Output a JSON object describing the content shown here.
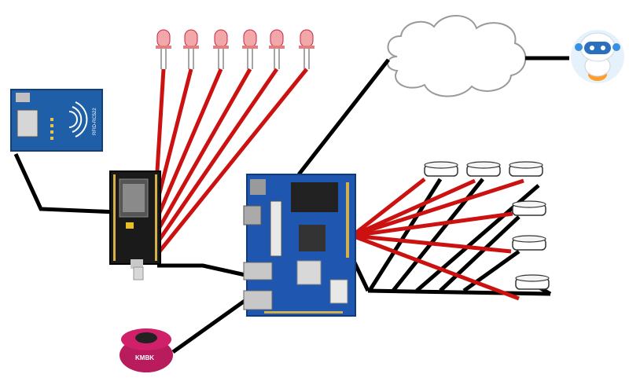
{
  "rfid_module": {
    "board_label": "RFID-RC522",
    "board_color": "#1f5fa8"
  },
  "speaker": {
    "brand_label": "KMBK",
    "body_color": "#d0206a"
  },
  "cloud_service": {
    "robot_icon": "robot-icon"
  },
  "wire_colors": {
    "signal": "#cc1111",
    "ground": "#000000"
  },
  "components": {
    "led_count": 6,
    "actuator_count": 6
  }
}
